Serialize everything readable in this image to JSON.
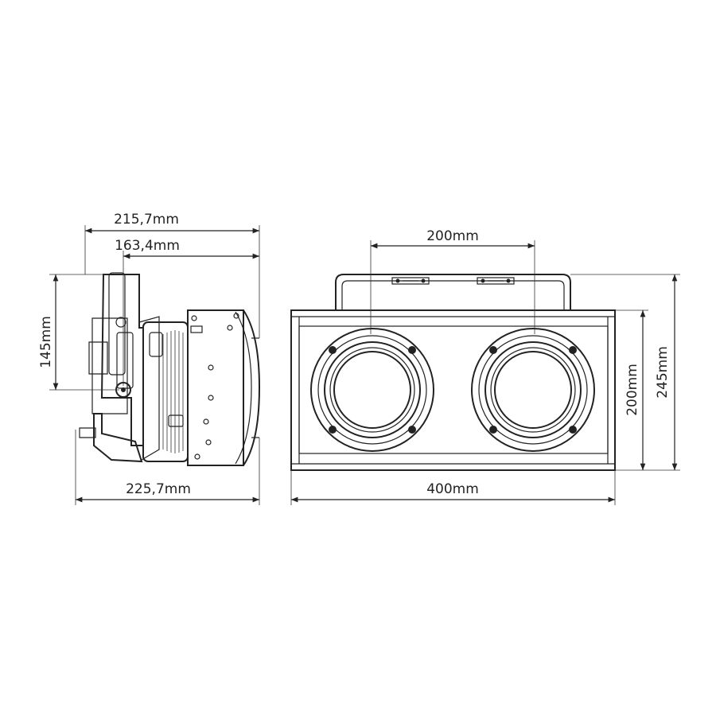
{
  "dimensions": {
    "side_overall_width": "215,7mm",
    "side_body_width": "163,4mm",
    "side_height": "145mm",
    "side_base_width": "225,7mm",
    "front_lens_spacing": "200mm",
    "front_body_height": "200mm",
    "front_total_height": "245mm",
    "front_width": "400mm"
  },
  "colors": {
    "line": "#222222",
    "background": "#ffffff"
  }
}
